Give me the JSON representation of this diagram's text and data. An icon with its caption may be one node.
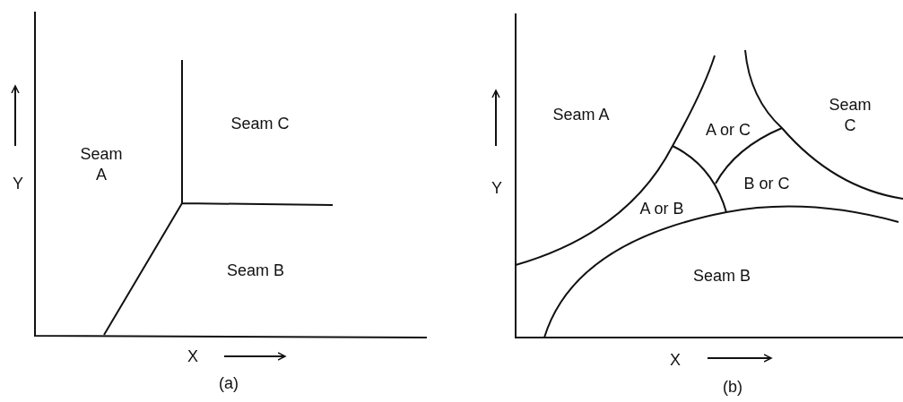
{
  "diagram": {
    "labels": [
      "Seam C",
      "Seam A",
      "Y",
      "Seam B",
      "X",
      "(a)",
      "Seam A",
      "A or C",
      "Seam C",
      "Y",
      "B or C",
      "A or B",
      "Seam B",
      "X",
      "(b)"
    ]
  }
}
